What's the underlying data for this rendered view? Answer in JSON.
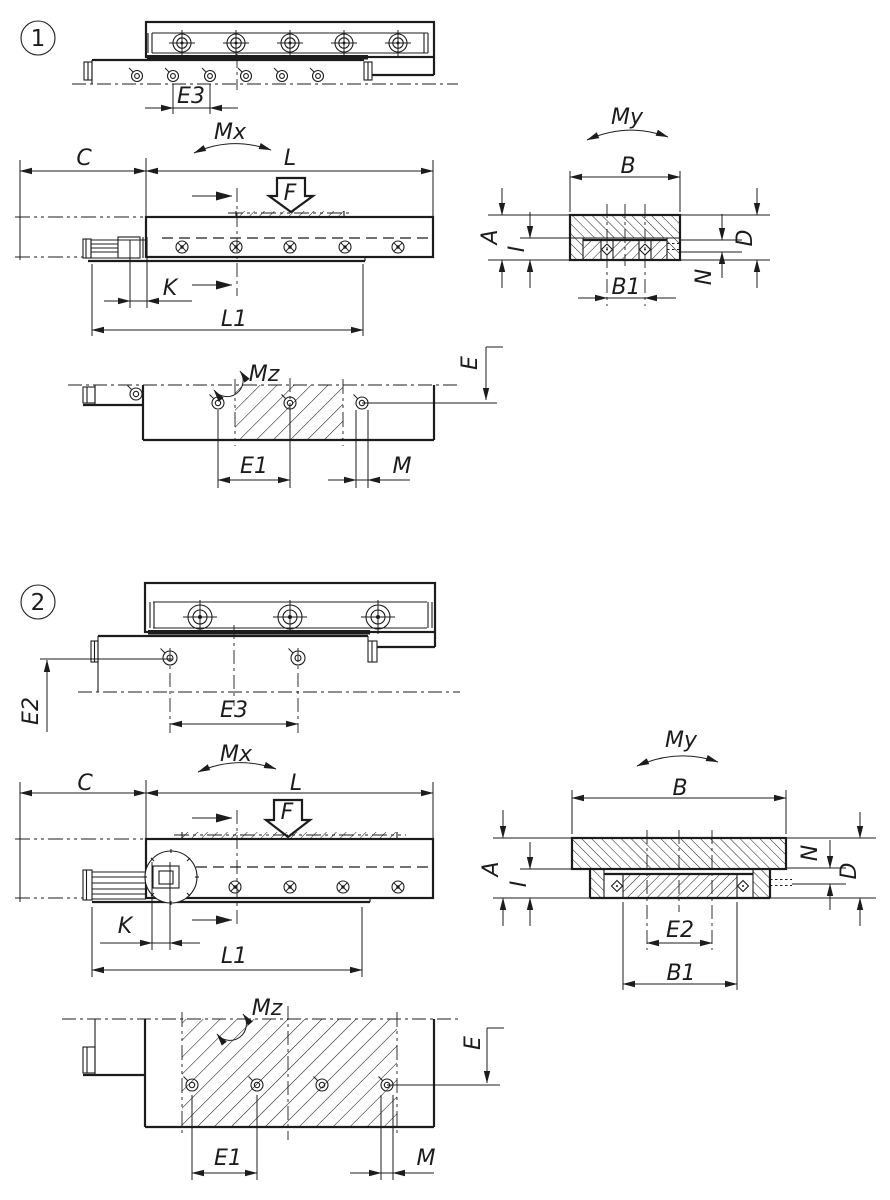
{
  "page": {
    "background": "#ffffff",
    "ink": "#1c1c1c"
  },
  "figure1": {
    "badge": "1",
    "labels": {
      "e3": "E3",
      "mx": "Mx",
      "c": "C",
      "l": "L",
      "f": "F",
      "k": "K",
      "l1": "L1",
      "mz": "Mz",
      "e1": "E1",
      "m": "M",
      "e": "E",
      "my": "My",
      "b": "B",
      "a": "A",
      "i": "I",
      "d": "D",
      "n": "N",
      "b1": "B1"
    }
  },
  "figure2": {
    "badge": "2",
    "labels": {
      "e2_plan": "E2",
      "e3": "E3",
      "mx": "Mx",
      "c": "C",
      "l": "L",
      "f": "F",
      "k": "K",
      "l1": "L1",
      "mz": "Mz",
      "e1": "E1",
      "m": "M",
      "e": "E",
      "my": "My",
      "b": "B",
      "a": "A",
      "i": "I",
      "n": "N",
      "d": "D",
      "e2_side": "E2",
      "b1": "B1"
    }
  }
}
